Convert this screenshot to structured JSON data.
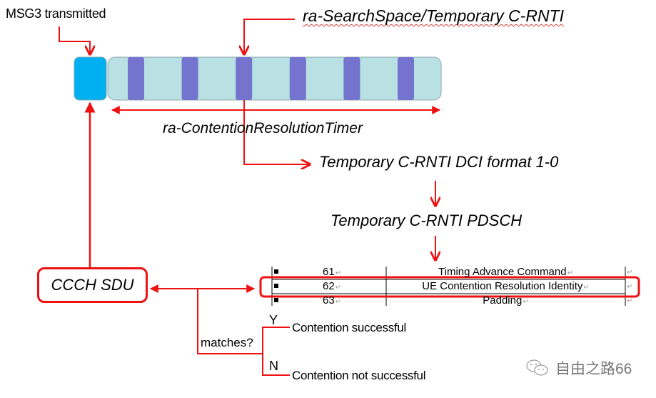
{
  "diagram": {
    "msg3_label": "MSG3 transmitted",
    "search_space_label": "ra-SearchSpace/Temporary C-RNTI",
    "timer_label": "ra-ContentionResolutionTimer",
    "dci_label": "Temporary C-RNTI DCI format 1-0",
    "pdsch_label": "Temporary C-RNTI PDSCH",
    "ccch_label": "CCCH SDU",
    "decision_label": "matches?",
    "yes_label": "Y",
    "no_label": "N",
    "success_label": "Contention successful",
    "fail_label": "Contention not successful",
    "pdcch_occasion_count": 6,
    "colors": {
      "arrow": "#ee1111",
      "msg3_block": "#00b0f0",
      "timer_window": "#b9e0e3",
      "pdcch_occasion": "#7474cf"
    }
  },
  "lcid_table": {
    "rows": [
      {
        "index": "61",
        "name": "Timing Advance Command",
        "highlighted": false
      },
      {
        "index": "62",
        "name": "UE Contention Resolution Identity",
        "highlighted": true
      },
      {
        "index": "63",
        "name": "Padding",
        "highlighted": false
      }
    ],
    "pilcrow": "↵"
  },
  "watermark": {
    "icon": "wechat-icon",
    "text": "自由之路66"
  }
}
